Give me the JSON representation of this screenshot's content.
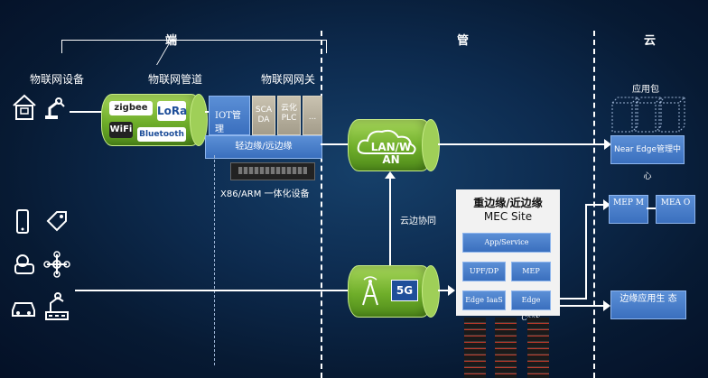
{
  "sections": {
    "edge": "端",
    "pipe": "管",
    "cloud": "云"
  },
  "labels": {
    "iot_device": "物联网设备",
    "iot_pipe": "物联网管道",
    "iot_gateway": "物联网网关",
    "x86": "X86/ARM 一体化设备",
    "cloud_edge": "云边协同",
    "mec_title": "重边缘/近边缘",
    "mec_subtitle": "MEC Site",
    "app_pkg": "应用包"
  },
  "protocols": [
    "zigbee",
    "LoRa",
    "WiFi",
    "Bluetooth"
  ],
  "gateway": {
    "iot_mgmt": "IOT管理",
    "scada": "SCA DA",
    "cloud_plc": "云化 PLC",
    "more": "...",
    "light_edge": "轻边缘/远边缘"
  },
  "network": {
    "lan_wan": "LAN/W AN",
    "fiveg": "5G"
  },
  "mec": {
    "app_service": "App/Service",
    "upf_dp": "UPF/DP",
    "mep": "MEP",
    "edge_iaas": "Edge IaaS",
    "edge_caas": "Edge CaaS"
  },
  "cloud": {
    "near_edge": "Near Edge管理中心",
    "mep": "MEP M",
    "meao": "MEA O",
    "edge_eco": "边缘应用生 态"
  },
  "icons": [
    "house-icon",
    "robot-arm-icon",
    "phone-icon",
    "tag-icon",
    "vr-headset-icon",
    "drone-icon",
    "car-icon",
    "factory-robot-icon",
    "cloud-icon",
    "antenna-icon"
  ],
  "colors": {
    "background": "#0b2647",
    "green": "#7dbb3a",
    "blue": "#3f74c2",
    "white": "#ffffff"
  }
}
